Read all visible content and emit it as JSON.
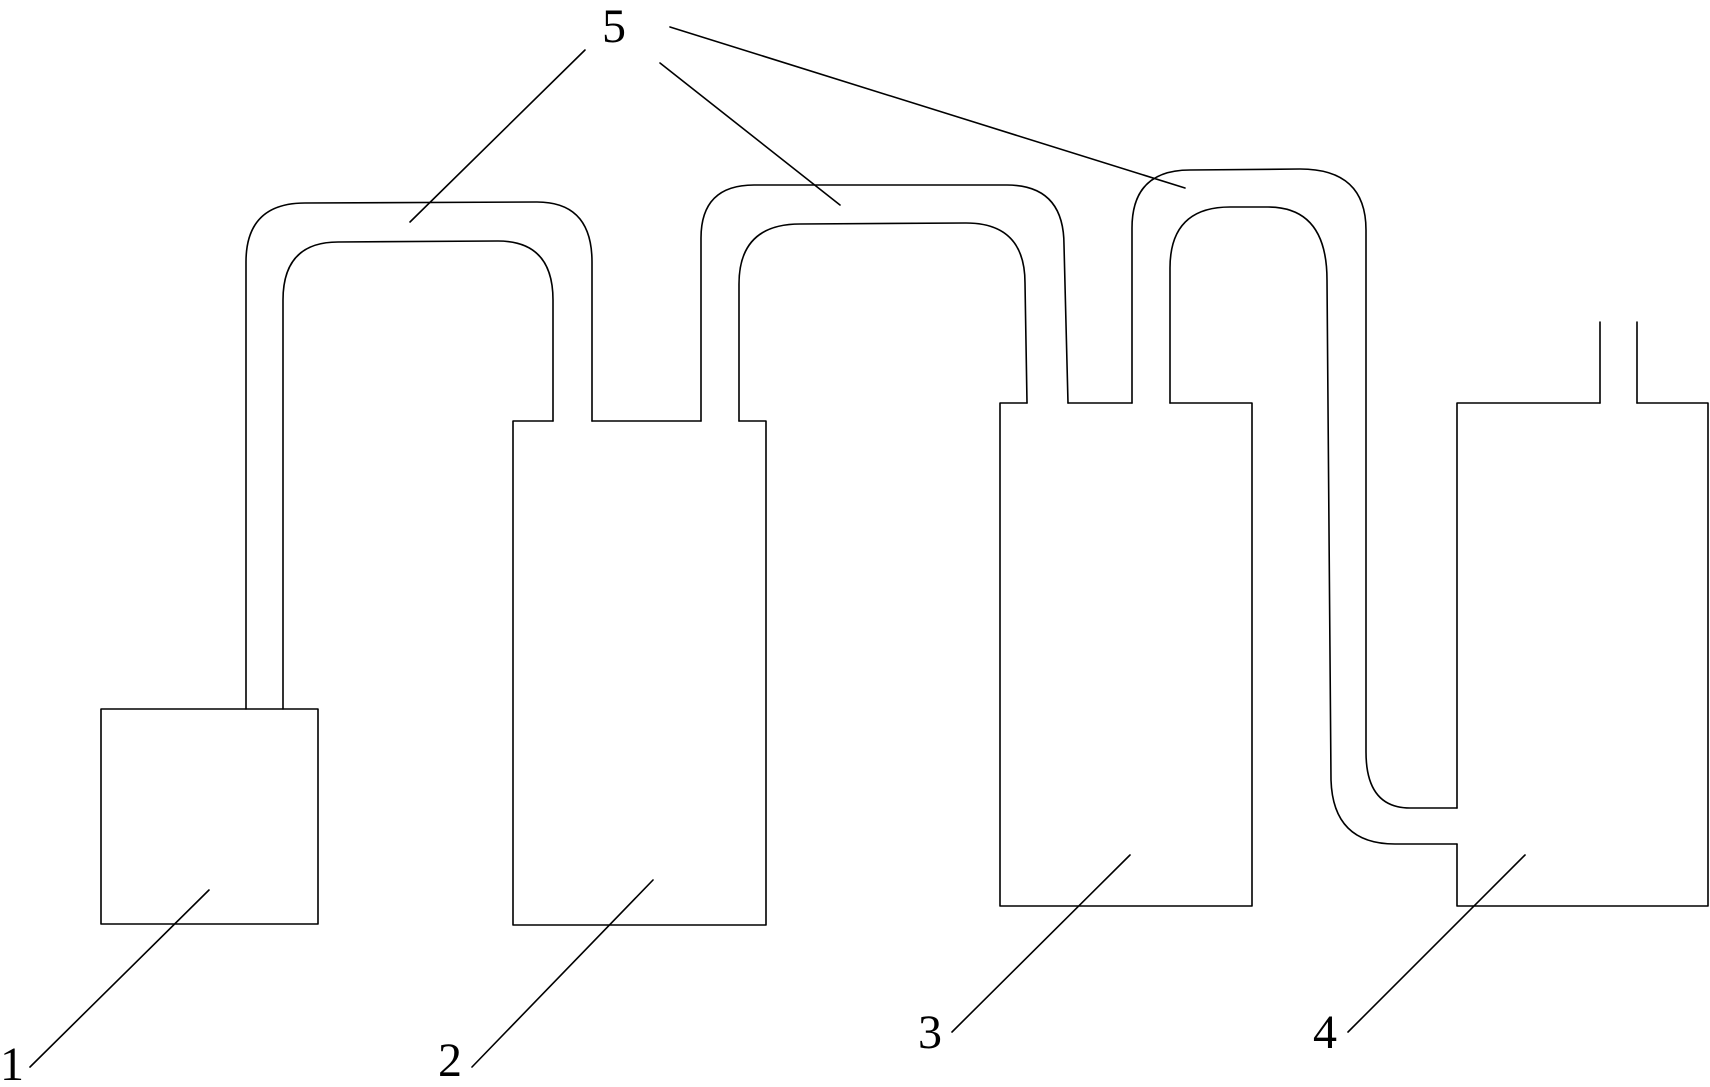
{
  "labels": {
    "component_1": "1",
    "component_2": "2",
    "component_3": "3",
    "component_4": "4",
    "component_5": "5"
  },
  "colors": {
    "line": "#000000",
    "background": "#ffffff"
  }
}
